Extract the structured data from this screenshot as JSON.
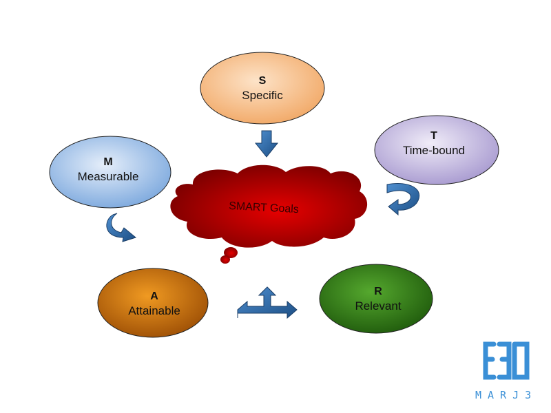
{
  "center": {
    "label": "SMART Goals",
    "color": "#cc0000"
  },
  "nodes": [
    {
      "id": "S",
      "letter": "S",
      "word": "Specific",
      "color": "#f6b97e"
    },
    {
      "id": "T",
      "letter": "T",
      "word": "Time-bound",
      "color": "#b3a6d6"
    },
    {
      "id": "M",
      "letter": "M",
      "word": "Measurable",
      "color": "#8fb7e6"
    },
    {
      "id": "A",
      "letter": "A",
      "word": "Attainable",
      "color": "#d9780e"
    },
    {
      "id": "R",
      "letter": "R",
      "word": "Relevant",
      "color": "#3e8e1e"
    }
  ],
  "arrow_color": "#2e6aa8",
  "logo": {
    "text": "MARJ3",
    "color": "#3a8fd6"
  }
}
